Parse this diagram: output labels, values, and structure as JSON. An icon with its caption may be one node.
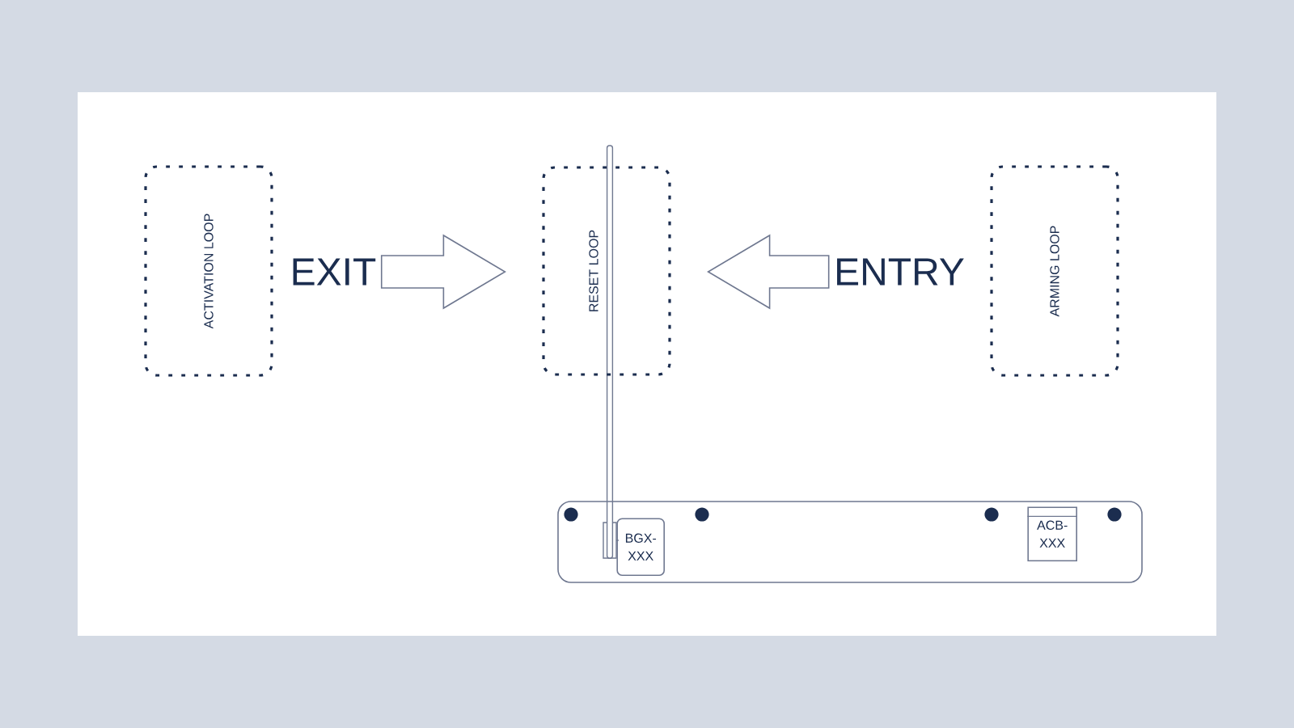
{
  "diagram": {
    "nodes": [
      {
        "text": [
          "ACTIVATION LOOP"
        ]
      },
      {
        "text": [
          "EXIT"
        ]
      },
      {
        "text": [
          "RESET LOOP"
        ]
      },
      {
        "text": [
          "ENTRY"
        ]
      },
      {
        "text": [
          "ARMING LOOP"
        ]
      },
      {
        "text": [],
        "shape": "box"
      },
      {
        "text": [
          "BGX- XXX"
        ],
        "in": 5
      },
      {
        "text": [
          "ACB- XXX"
        ],
        "in": 5
      }
    ],
    "edges": [
      {
        "from": 1,
        "to": 2,
        "arrow": "to"
      },
      {
        "from": 3,
        "to": 2,
        "arrow": "to"
      }
    ]
  }
}
